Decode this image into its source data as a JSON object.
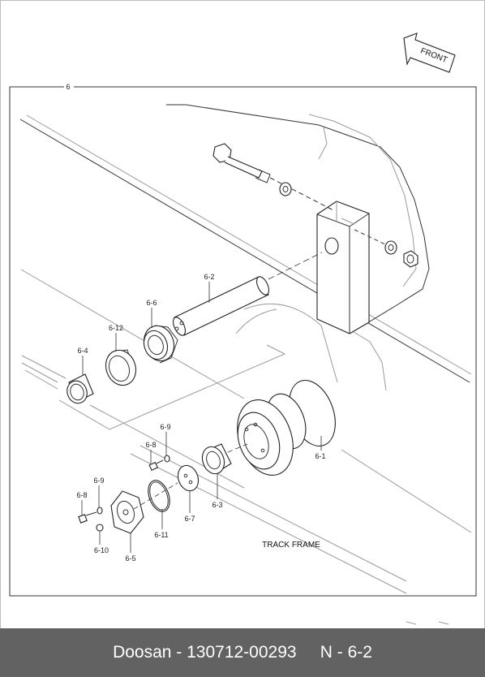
{
  "orientation": {
    "label": "FRONT"
  },
  "group_label": "6",
  "area_label": "TRACK FRAME",
  "callouts": {
    "p6_1": "6-1",
    "p6_2": "6-2",
    "p6_3": "6-3",
    "p6_4": "6-4",
    "p6_5": "6-5",
    "p6_6": "6-6",
    "p6_7": "6-7",
    "p6_8a": "6-8",
    "p6_8b": "6-8",
    "p6_9a": "6-9",
    "p6_9b": "6-9",
    "p6_10": "6-10",
    "p6_11": "6-11",
    "p6_12": "6-12"
  },
  "footer": {
    "text": "Doosan - 130712-00293     N - 6-2"
  },
  "colors": {
    "footer_bg": "#626262",
    "footer_text": "#ffffff",
    "line": "#333333"
  }
}
